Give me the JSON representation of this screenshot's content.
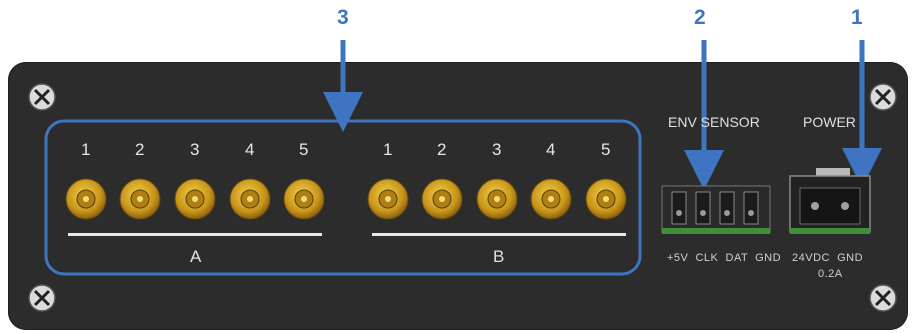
{
  "callouts": {
    "three": "3",
    "two": "2",
    "one": "1"
  },
  "group_a": {
    "ports": [
      "1",
      "2",
      "3",
      "4",
      "5"
    ],
    "label": "A"
  },
  "group_b": {
    "ports": [
      "1",
      "2",
      "3",
      "4",
      "5"
    ],
    "label": "B"
  },
  "env_sensor": {
    "title": "ENV SENSOR",
    "pins": "+5V  CLK  DAT  GND"
  },
  "power": {
    "title": "POWER",
    "pins": "24VDC  GND",
    "rating": "0.2A"
  },
  "colors": {
    "callout": "#3f75c0",
    "panel": "#2c2c2d",
    "sma_gold": "#d4a017",
    "pcb_green": "#3e8e3a"
  }
}
